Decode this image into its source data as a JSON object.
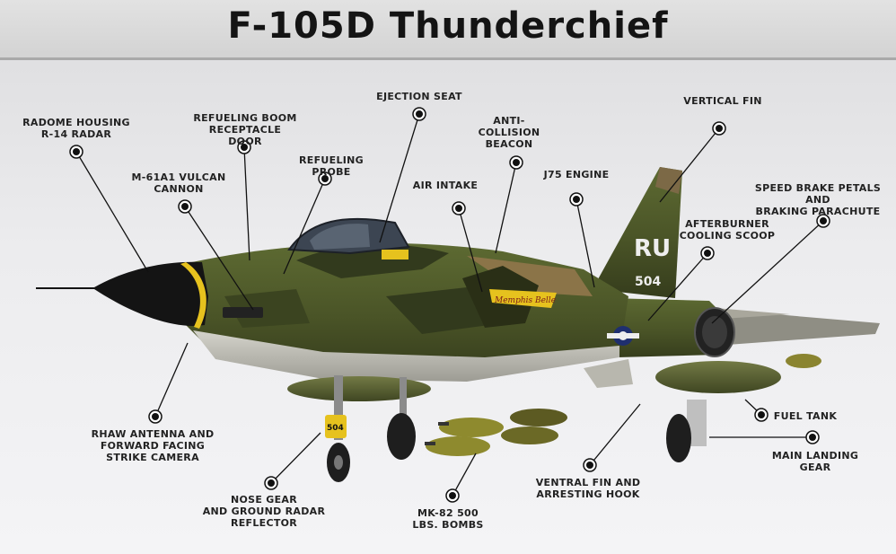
{
  "title": "F-105D Thunderchief",
  "aircraft": {
    "tail_code": "RU",
    "tail_number": "504",
    "nose_gear_number": "504",
    "nose_art": "Memphis Belle"
  },
  "labels": {
    "radome": "RADOME HOUSING\nR-14 RADAR",
    "refueling_door": "REFUELING BOOM\nRECEPTACLE DOOR",
    "ejection_seat": "EJECTION SEAT",
    "anti_collision": "ANTI-COLLISION\nBEACON",
    "vertical_fin": "VERTICAL FIN",
    "vulcan": "M-61A1 VULCAN\nCANNON",
    "refueling_probe": "REFUELING PROBE",
    "air_intake": "AIR INTAKE",
    "engine": "J75 ENGINE",
    "speed_brake": "SPEED BRAKE PETALS AND\nBRAKING PARACHUTE",
    "afterburner": "AFTERBURNER\nCOOLING SCOOP",
    "rhaw": "RHAW ANTENNA AND\nFORWARD FACING\nSTRIKE CAMERA",
    "nose_gear": "NOSE GEAR\nAND GROUND RADAR\nREFLECTOR",
    "bombs": "MK-82 500\nLBS. BOMBS",
    "ventral_fin": "VENTRAL FIN AND\nARRESTING HOOK",
    "fuel_tank": "FUEL TANK",
    "main_gear": "MAIN LANDING\nGEAR"
  },
  "colors": {
    "camo_green": "#4f5a2a",
    "camo_dark": "#323a1d",
    "camo_tan": "#8b7448",
    "underside": "#c9c8c0",
    "radome": "#141414",
    "callout_line": "#111111",
    "title_text": "#141414",
    "label_text": "#222222"
  }
}
